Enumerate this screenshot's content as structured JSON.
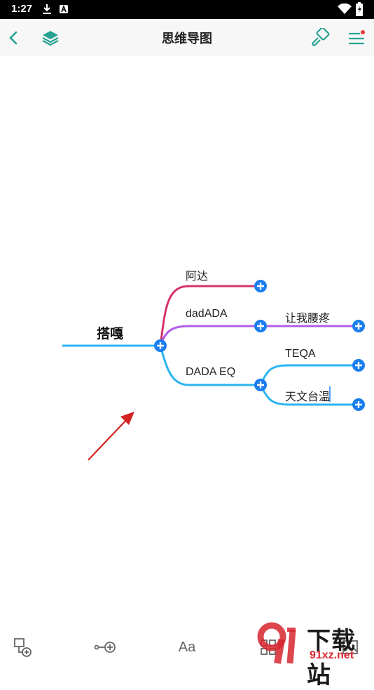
{
  "status_bar": {
    "time": "1:27"
  },
  "toolbar": {
    "title": "思维导图",
    "icons": [
      "back-arrow-icon",
      "layers-icon",
      "paint-brush-icon",
      "menu-icon"
    ]
  },
  "mind_map": {
    "root": "搭嘎",
    "branches": [
      {
        "label": "阿达",
        "color": "#d6336c",
        "children": []
      },
      {
        "label": "dadADA",
        "color": "#b15de8",
        "children": [
          "让我腰疼"
        ]
      },
      {
        "label": "DADA EQ",
        "color": "#2bb3f0",
        "children": [
          "TEQA",
          "天文台温"
        ]
      }
    ],
    "root_line_color": "#2bb3f0",
    "node_button_color": "#1a7df0"
  },
  "bottom_bar": {
    "add_child_icon": "add-node-icon",
    "add_sibling_icon": "add-sibling-icon",
    "text_style_label": "Aa",
    "layout_icon": "layout-icon",
    "image_icon": "image-icon"
  },
  "watermark": {
    "brand": "下载站",
    "site": "91xz.net",
    "logo_color": "#d8262f"
  }
}
